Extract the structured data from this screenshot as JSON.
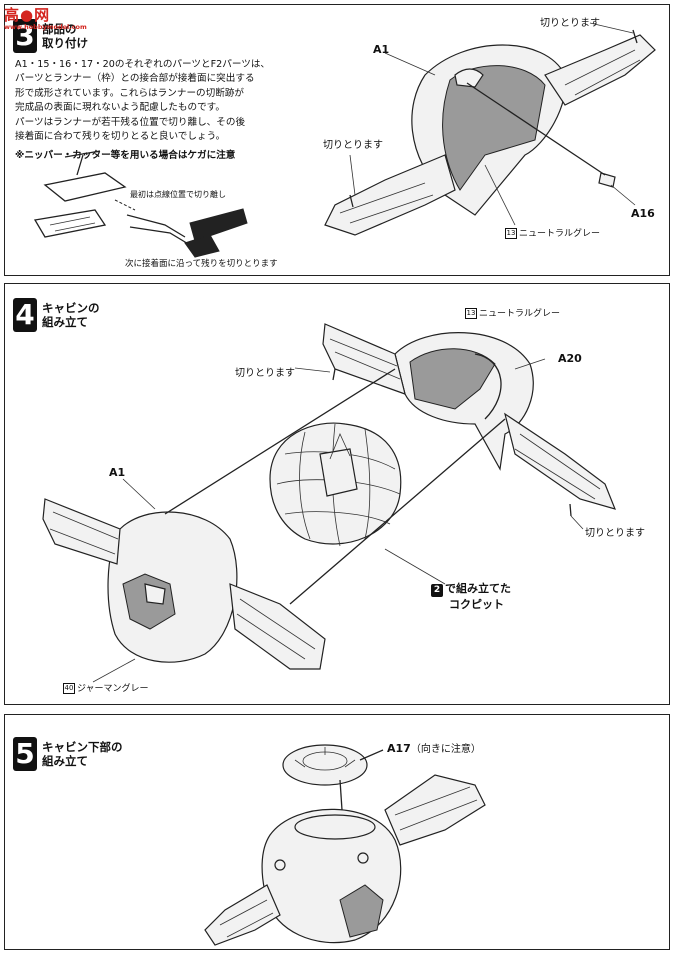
{
  "watermark": {
    "main": "高●网",
    "sub": "www.hobbymodel.com"
  },
  "step3": {
    "number": "3",
    "title": "部品の\n取り付け",
    "body": "A1・15・16・17・20のそれぞれのパーツとF2パーツは、\nパーツとランナー（枠）との接合部が接着面に突出する\n形で成形されています。これらはランナーの切断跡が\n完成品の表面に現れないよう配慮したものです。\nパーツはランナーが若干残る位置で切り離し、その後\n接着面に合わて残りを切りとると良いでしょう。",
    "warning": "※ニッパー・カッター等を用いる場合はケガに注意",
    "cut_first": "最初は点線位置で切り離し",
    "cut_next": "次に接着面に沿って残りを切りとります",
    "label_cut_top": "切りとります",
    "label_cut_left": "切りとります",
    "part_a1": "A1",
    "part_a16": "A16",
    "color_num": "13",
    "color_name": "ニュートラルグレー"
  },
  "step4": {
    "number": "4",
    "title": "キャビンの\n組み立て",
    "color_top_num": "13",
    "color_top_name": "ニュートラルグレー",
    "part_a20": "A20",
    "part_a1": "A1",
    "label_cut_left": "切りとります",
    "label_cut_right": "切りとります",
    "cockpit_num": "2",
    "cockpit_text1": "で組み立てた",
    "cockpit_text2": "コクピット",
    "color_bottom_num": "40",
    "color_bottom_name": "ジャーマングレー"
  },
  "step5": {
    "number": "5",
    "title": "キャビン下部の\n組み立て",
    "part_a17": "A17",
    "part_a17_note": "（向きに注意）"
  }
}
